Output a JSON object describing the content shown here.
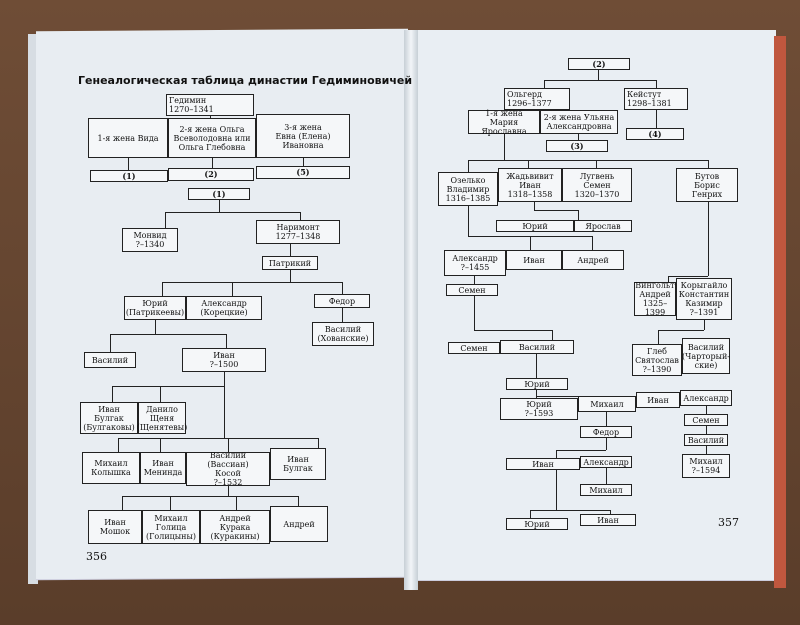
{
  "title": "Генеалогическая таблица династии Гедиминовичей",
  "page_left": "356",
  "page_right": "357",
  "left": {
    "gedimin": "Гедимин\n1270–1341",
    "wife1": "1-я жена Вида",
    "wife2": "2-я жена Ольга\nВсеволодовна или\nОльга Глебовна",
    "wife3": "3-я жена\nЕвна (Елена)\nИвановна",
    "ref1": "(1)",
    "ref2": "(2)",
    "ref5": "(5)",
    "ref1b": "(1)",
    "monvid": "Монвид\n?–1340",
    "narimont": "Наримонт\n1277–1348",
    "patrikiy": "Патрикий",
    "yuriy1": "Юрий\n(Патрикеевы)",
    "aleksandr1": "Александр\n(Корецкие)",
    "fedor1": "Федор",
    "vasiliy_h": "Василий\n(Хованские)",
    "vasiliy1": "Василий",
    "ivan1": "Иван\n?–1500",
    "ivan_bulgak": "Иван Булгак\n(Булгаковы)",
    "daniil": "Данило\nЩеня\n(Щенятевы)",
    "mikhail_k": "Михаил\nКолышка",
    "ivan_m": "Иван\nМенинда",
    "vasiliy_v": "Василий (Вассиан)\nКосой\n?–1532",
    "ivan_b2": "Иван\nБулгак",
    "ivan_moshok": "Иван\nМошок",
    "mikhail_g": "Михаил\nГолица\n(Голицыны)",
    "andrey_k": "Андрей\nКурака\n(Куракины)",
    "andrey2": "Андрей"
  },
  "right": {
    "ref2": "(2)",
    "olgerd": "Ольгерд\n1296–1377",
    "keistut": "Кейстут\n1298–1381",
    "wife_maria": "1-я жена Мария\nЯрославна",
    "wife_ulyana": "2-я жена Ульяна\nАлександровна",
    "ref4": "(4)",
    "ref3": "(3)",
    "ozelko": "Озелько\nВладимир\n1316–1385",
    "zhadvivit": "Жадьвивит\nИван\n1318–1358",
    "lugven": "Лугвень\nСемен\n1320–1370",
    "butov": "Бутов\nБорис\nГенрих",
    "yuriy_r": "Юрий",
    "yaroslav": "Ярослав",
    "aleksandr_r": "Александр\n?–1455",
    "ivan_r": "Иван",
    "andrey_r": "Андрей",
    "semen_r": "Семен",
    "vingolt": "Вингольт\nАндрей\n1325–1399",
    "korygailo": "Корыгайло\nКонстантин\nКазимир\n?–1391",
    "gleb": "Глеб\nСвятослав\n?–1390",
    "vasiliy_ch": "Василий\n(Чарторый-\nские)",
    "semen2": "Семен",
    "vasiliy2": "Василий",
    "yuriy2": "Юрий",
    "yuriy3": "Юрий\n?–1593",
    "mikhail2": "Михаил",
    "ivan3": "Иван",
    "aleksandr3": "Александр",
    "semen3": "Семен",
    "vasiliy3": "Василий",
    "mikhail3": "Михаил\n?–1594",
    "fedor2": "Федор",
    "ivan4": "Иван",
    "aleksandr4": "Александр",
    "mikhail4": "Михаил",
    "yuriy4": "Юрий",
    "ivan5": "Иван"
  }
}
